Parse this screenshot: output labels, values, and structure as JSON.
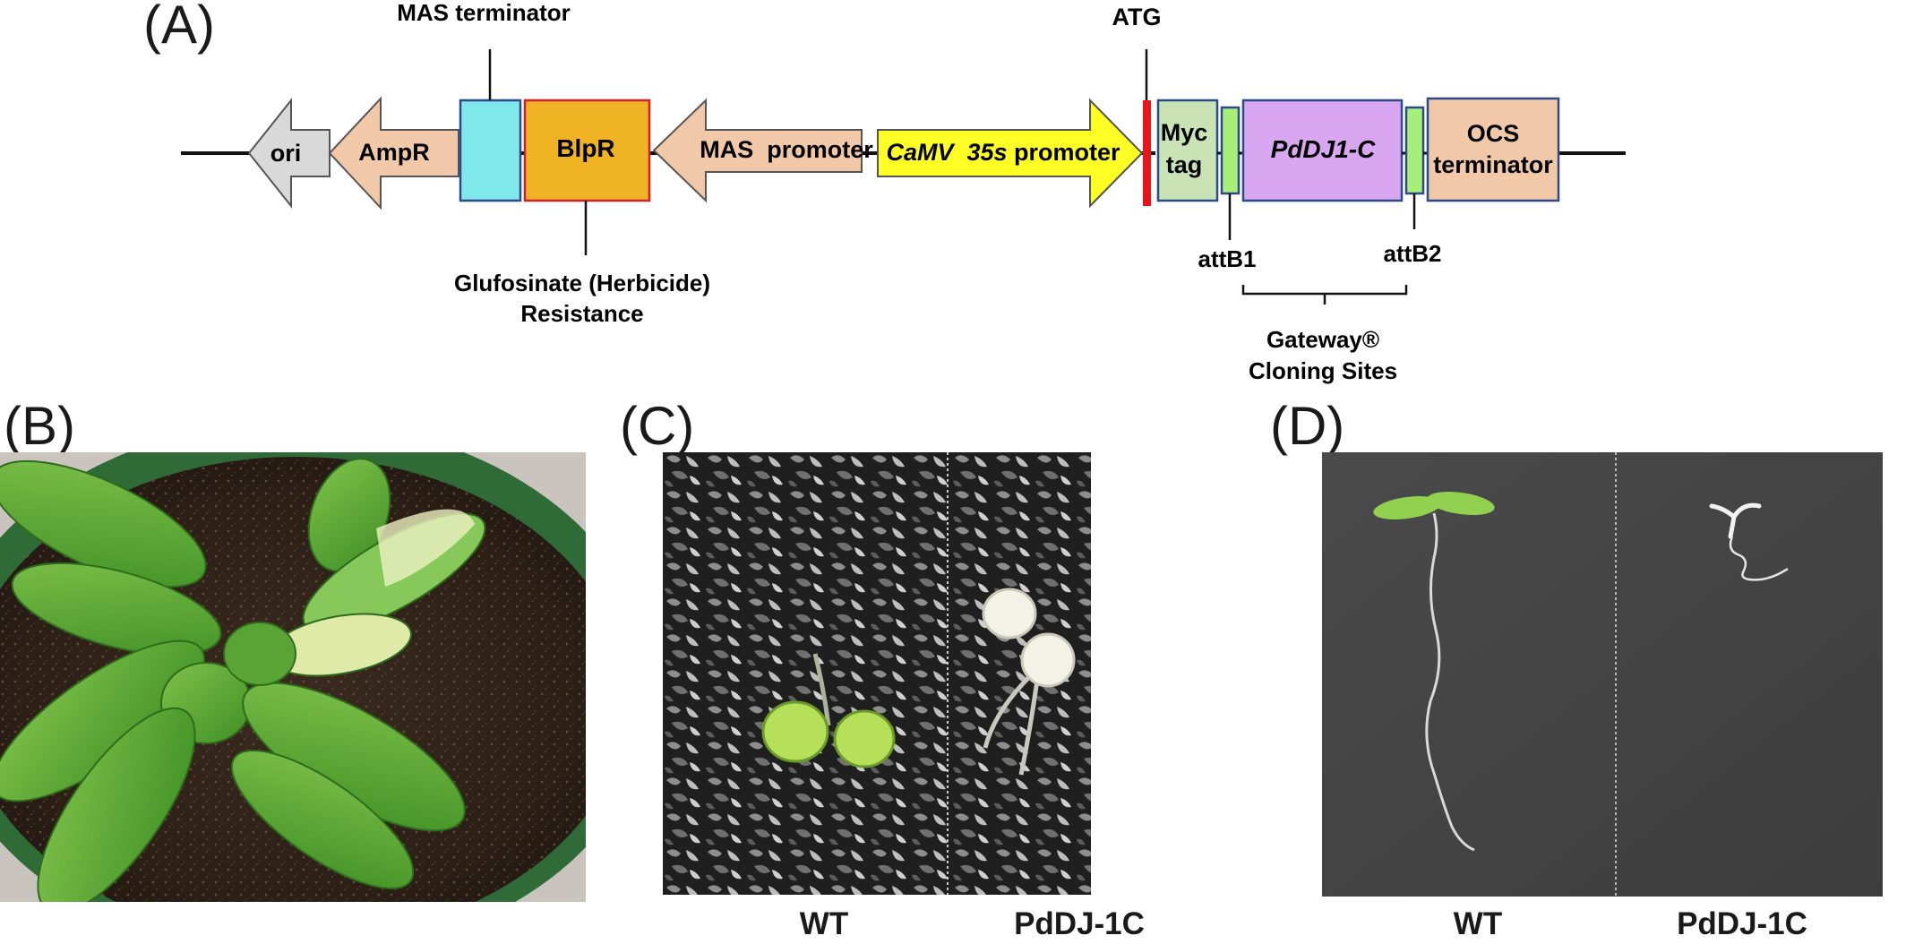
{
  "panels": {
    "a": "(A)",
    "b": "(B)",
    "c": "(C)",
    "d": "(D)"
  },
  "construct": {
    "ori": "ori",
    "ampr": "AmpR",
    "blpr": "BlpR",
    "mas_promoter": "MAS  promoter",
    "camv_italic": "CaMV  35s",
    "camv_rest": " promoter",
    "myc_line1": "Myc",
    "myc_line2": "tag",
    "pddj": "PdDJ1-C",
    "ocs_line1": "OCS",
    "ocs_line2": "terminator",
    "mas_terminator": "MAS  terminator",
    "atg": "ATG",
    "glufosinate_line1": "Glufosinate (Herbicide)",
    "glufosinate_line2": "Resistance",
    "attb1": "attB1",
    "attb2": "attB2",
    "gateway_line1": "Gateway®",
    "gateway_line2": "Cloning Sites"
  },
  "captions": {
    "c_left": "WT",
    "c_right": "PdDJ-1C",
    "d_left": "WT",
    "d_right": "PdDJ-1C"
  },
  "colors": {
    "ori": "#d9d9d9",
    "ampr": "#f2c9a8",
    "mas_terminator_box": "#7fe8ea",
    "blpr": "#f0b323",
    "camv": "#ffff26",
    "atg_bar": "#e8151b",
    "myc": "#c9e3b4",
    "attb": "#a6f07a",
    "pddj": "#d9a6f2",
    "ocs": "#f2c9a8"
  }
}
